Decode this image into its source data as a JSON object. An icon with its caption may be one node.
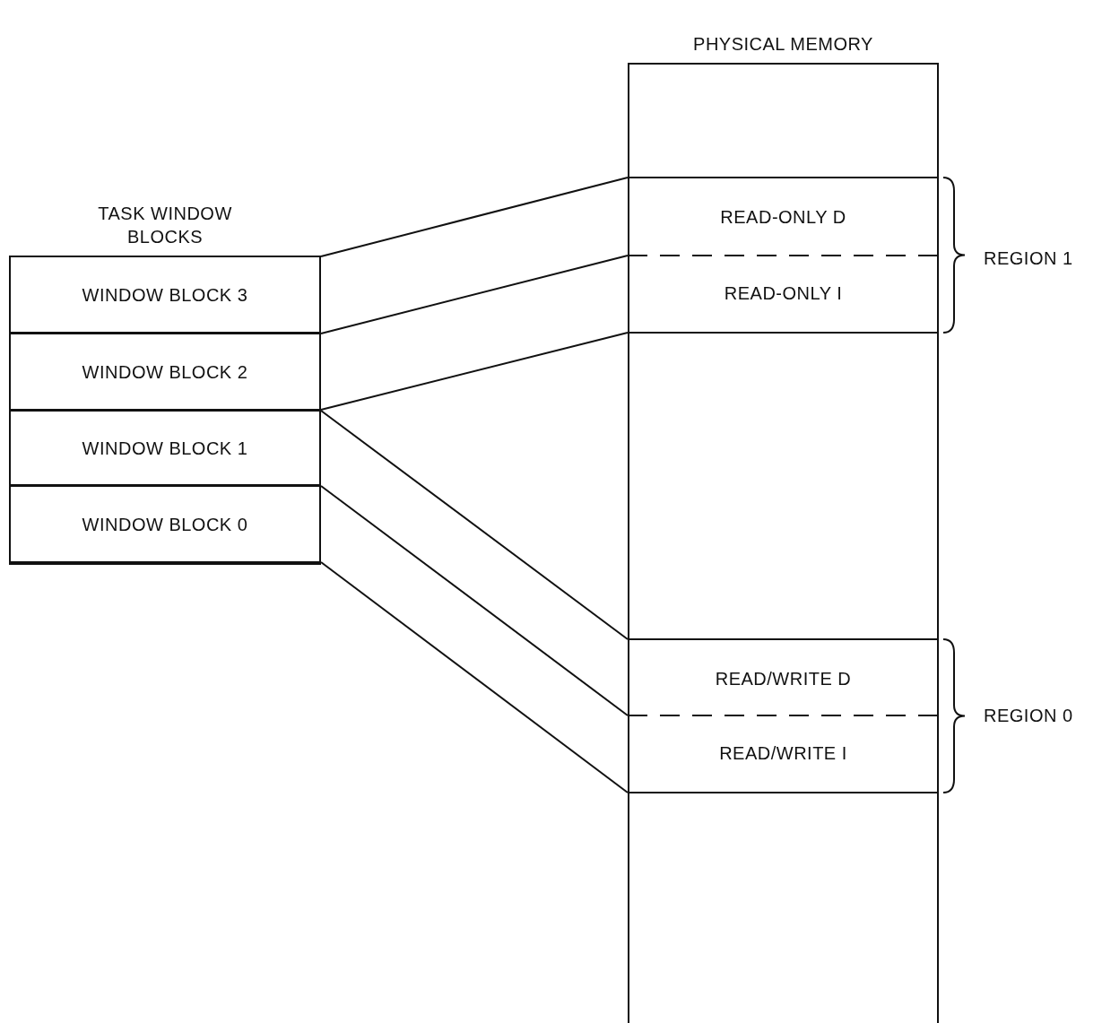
{
  "diagram": {
    "nodes": [
      {
        "text": [
          "TASK WINDOW BLOCKS"
        ]
      },
      {
        "text": [
          "WINDOW BLOCK 3"
        ],
        "in": 0
      },
      {
        "text": [
          "WINDOW BLOCK 2"
        ],
        "in": 0
      },
      {
        "text": [
          "WINDOW BLOCK 1"
        ],
        "in": 0
      },
      {
        "text": [
          "WINDOW BLOCK 0"
        ],
        "in": 0
      },
      {
        "text": [
          "PHYSICAL MEMORY"
        ]
      },
      {
        "text": [
          "READ-ONLY D"
        ],
        "in": 5
      },
      {
        "text": [
          "READ-ONLY I"
        ],
        "in": 5
      },
      {
        "text": [
          "READ/WRITE D"
        ],
        "in": 5
      },
      {
        "text": [
          "READ/WRITE I"
        ],
        "in": 5
      }
    ],
    "edges": [
      {
        "from": 1,
        "to": 6,
        "arrow": "none"
      },
      {
        "from": 2,
        "to": 7,
        "arrow": "none"
      },
      {
        "from": 2,
        "to": 7,
        "arrow": "none"
      },
      {
        "from": 3,
        "to": 8,
        "arrow": "none"
      },
      {
        "from": 4,
        "to": 9,
        "arrow": "none"
      },
      {
        "from": 4,
        "to": 9,
        "arrow": "none"
      }
    ],
    "labels": [
      "REGION 1",
      "REGION 0"
    ]
  }
}
